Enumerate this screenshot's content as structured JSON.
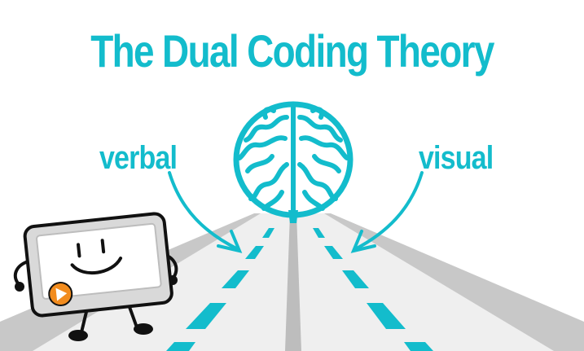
{
  "title": "The Dual Coding Theory",
  "labels": {
    "verbal": "verbal",
    "visual": "visual"
  },
  "colors": {
    "accent": "#13bccc",
    "road": "#eeeeee",
    "road_edge": "#c9c9c9",
    "mascot_orange": "#f28c1e",
    "ink": "#111111"
  },
  "icons": {
    "brain": "brain-icon",
    "play": "play-icon"
  }
}
